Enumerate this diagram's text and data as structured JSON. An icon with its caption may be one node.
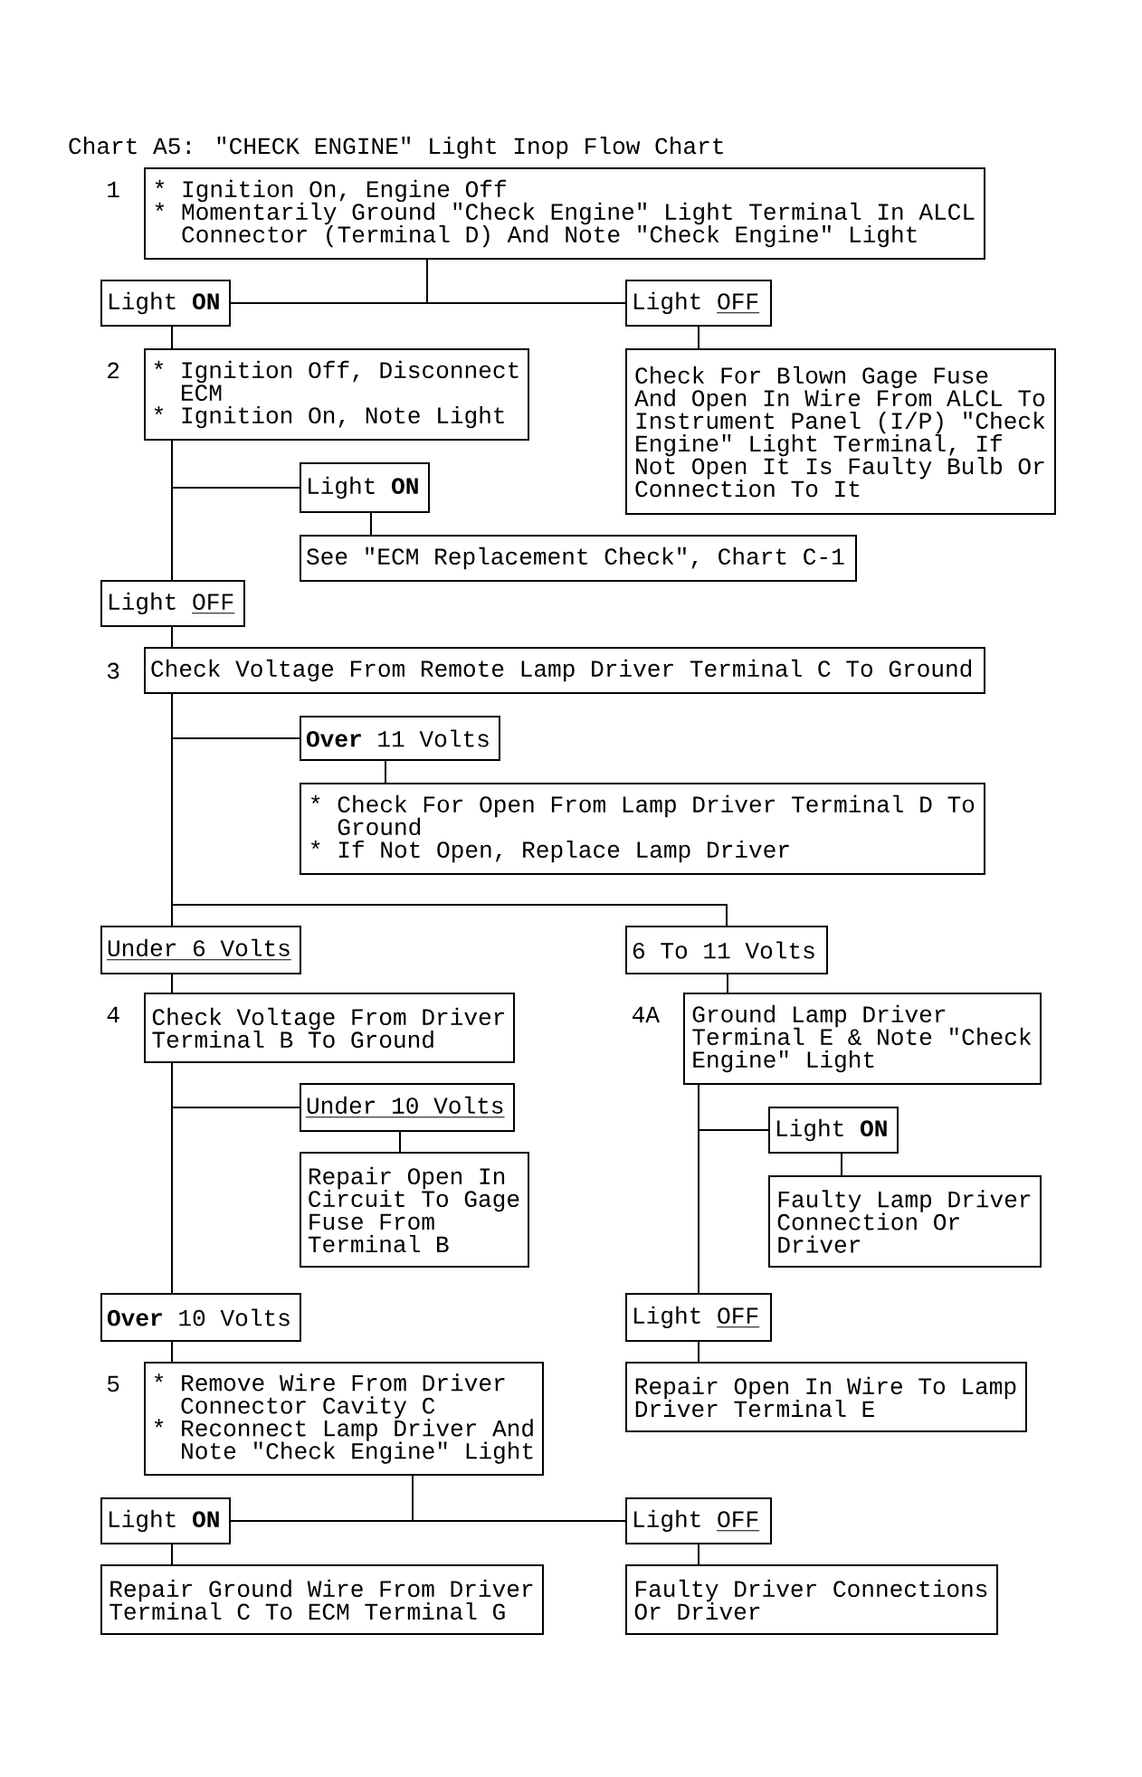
{
  "diagram": {
    "title": "Chart A5: \"CHECK ENGINE\" Light Inop Flow Chart",
    "nodes": [
      {
        "text": [
          "* Ignition On, Engine Off",
          "* Momentarily Ground \"Check Engine\" Light Terminal In ALCL Connector (Terminal D) And Note \"Check Engine\" Light"
        ],
        "beside": [
          "1"
        ]
      },
      {
        "text": [
          "Light **ON**"
        ]
      },
      {
        "text": [
          "Light OFF"
        ]
      },
      {
        "text": [
          "* Ignition Off, Disconnect ECM",
          "* Ignition On, Note Light"
        ],
        "beside": [
          "2"
        ]
      },
      {
        "text": [
          "Check For Blown Gage Fuse And Open In Wire From ALCL To Instrument Panel (I/P) \"Check Engine\" Light Terminal, If Not Open It Is Faulty Bulb Or Connection To It"
        ]
      },
      {
        "text": [
          "Light **ON**"
        ]
      },
      {
        "text": [
          "See \"ECM Replacement Check\", Chart C-1"
        ]
      },
      {
        "text": [
          "Light OFF"
        ]
      },
      {
        "text": [
          "Check Voltage From Remote Lamp Driver Terminal C To Ground"
        ],
        "beside": [
          "3"
        ]
      },
      {
        "text": [
          "**Over** 11 Volts"
        ]
      },
      {
        "text": [
          "* Check For Open From Lamp Driver Terminal D To Ground",
          "* If Not Open, Replace Lamp Driver"
        ]
      },
      {
        "text": [
          "Under 6 Volts"
        ]
      },
      {
        "text": [
          "6 To 11 Volts"
        ]
      },
      {
        "text": [
          "Check Voltage From Driver Terminal B To Ground"
        ],
        "beside": [
          "4"
        ]
      },
      {
        "text": [
          "Under 10 Volts"
        ]
      },
      {
        "text": [
          "Repair Open In Circuit To Gage Fuse From Terminal B"
        ]
      },
      {
        "text": [
          "Ground Lamp Driver Terminal E & Note \"Check Engine\" Light"
        ],
        "beside": [
          "4A"
        ]
      },
      {
        "text": [
          "Light **ON**"
        ]
      },
      {
        "text": [
          "Faulty Lamp Driver Connection Or Driver"
        ]
      },
      {
        "text": [
          "**Over** 10 Volts"
        ]
      },
      {
        "text": [
          "Light OFF"
        ]
      },
      {
        "text": [
          "* Remove Wire From Driver Connector Cavity C",
          "* Reconnect Lamp Driver And Note \"Check Engine\" Light"
        ],
        "beside": [
          "5"
        ]
      },
      {
        "text": [
          "Repair Open In Wire To Lamp Driver Terminal E"
        ]
      },
      {
        "text": [
          "Light **ON**"
        ]
      },
      {
        "text": [
          "Light OFF"
        ]
      },
      {
        "text": [
          "Repair Ground Wire From Driver Terminal C To ECM Terminal G"
        ]
      },
      {
        "text": [
          "Faulty Driver Connections Or Driver"
        ]
      }
    ],
    "edges": [
      {
        "from": 0,
        "to": 1,
        "arrow": "none"
      },
      {
        "from": 0,
        "to": 2,
        "arrow": "none"
      },
      {
        "from": 1,
        "to": 3,
        "arrow": "none"
      },
      {
        "from": 2,
        "to": 4,
        "arrow": "none"
      },
      {
        "from": 3,
        "to": 5,
        "arrow": "none"
      },
      {
        "from": 5,
        "to": 6,
        "arrow": "none"
      },
      {
        "from": 3,
        "to": 7,
        "arrow": "none"
      },
      {
        "from": 7,
        "to": 8,
        "arrow": "none"
      },
      {
        "from": 8,
        "to": 9,
        "arrow": "none"
      },
      {
        "from": 9,
        "to": 10,
        "arrow": "none"
      },
      {
        "from": 8,
        "to": 11,
        "arrow": "none"
      },
      {
        "from": 8,
        "to": 12,
        "arrow": "none"
      },
      {
        "from": 11,
        "to": 13,
        "arrow": "none"
      },
      {
        "from": 12,
        "to": 16,
        "arrow": "none"
      },
      {
        "from": 13,
        "to": 14,
        "arrow": "none"
      },
      {
        "from": 14,
        "to": 15,
        "arrow": "none"
      },
      {
        "from": 13,
        "to": 19,
        "arrow": "none"
      },
      {
        "from": 16,
        "to": 17,
        "arrow": "none"
      },
      {
        "from": 17,
        "to": 18,
        "arrow": "none"
      },
      {
        "from": 16,
        "to": 20,
        "arrow": "none"
      },
      {
        "from": 19,
        "to": 21,
        "arrow": "none"
      },
      {
        "from": 20,
        "to": 22,
        "arrow": "none"
      },
      {
        "from": 21,
        "to": 23,
        "arrow": "none"
      },
      {
        "from": 21,
        "to": 24,
        "arrow": "none"
      },
      {
        "from": 23,
        "to": 25,
        "arrow": "none"
      },
      {
        "from": 24,
        "to": 26,
        "arrow": "none"
      }
    ]
  }
}
